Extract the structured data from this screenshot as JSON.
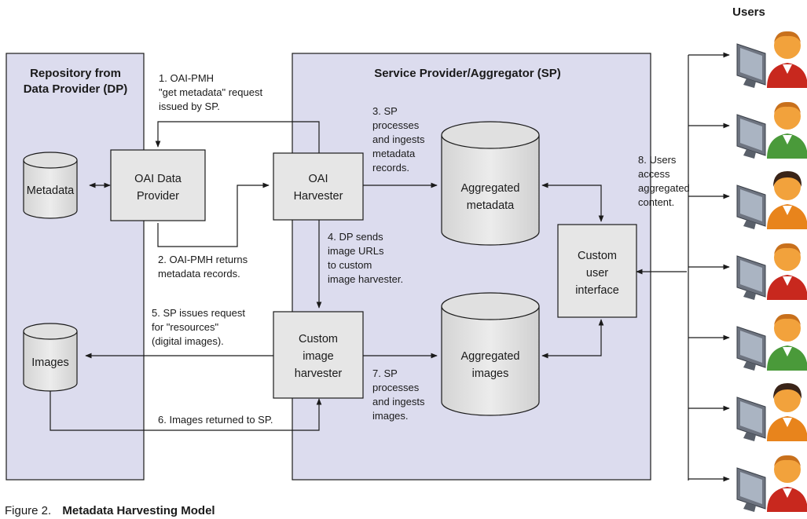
{
  "regions": {
    "dp_title": [
      "Repository from",
      "Data Provider (DP)"
    ],
    "sp_title": "Service Provider/Aggregator (SP)",
    "users_title": "Users"
  },
  "nodes": {
    "metadata": "Metadata",
    "oai_data_provider": [
      "OAI Data",
      "Provider"
    ],
    "oai_harvester": [
      "OAI",
      "Harvester"
    ],
    "aggregated_metadata": [
      "Aggregated",
      "metadata"
    ],
    "custom_user_interface": [
      "Custom",
      "user",
      "interface"
    ],
    "images": "Images",
    "custom_image_harvester": [
      "Custom",
      "image",
      "harvester"
    ],
    "aggregated_images": [
      "Aggregated",
      "images"
    ]
  },
  "steps": {
    "step1": [
      "1. OAI-PMH",
      "\"get metadata\" request",
      "issued by SP."
    ],
    "step2": [
      "2. OAI-PMH returns",
      "metadata records."
    ],
    "step3": [
      "3. SP",
      "processes",
      "and ingests",
      "metadata",
      "records."
    ],
    "step4": [
      "4. DP sends",
      "image URLs",
      "to custom",
      "image harvester."
    ],
    "step5": [
      "5. SP issues request",
      "for \"resources\"",
      "(digital images)."
    ],
    "step6": "6. Images returned to SP.",
    "step7": [
      "7. SP",
      "processes",
      "and ingests",
      "images."
    ],
    "step8": [
      "8. Users",
      "access",
      "aggregated",
      "content."
    ]
  },
  "caption": {
    "prefix": "Figure 2.",
    "title": "Metadata Harvesting Model"
  },
  "users": {
    "count": 7,
    "icon": "user-at-computer-icon",
    "variants": [
      "red-shirt",
      "green-shirt",
      "orange-shirt",
      "red-shirt",
      "green-shirt",
      "orange-shirt",
      "red-shirt"
    ]
  },
  "colors": {
    "region_fill": "#dcdcee",
    "box_fill": "#e6e6e6",
    "line": "#1a1a1a",
    "skin": "#f2a23c",
    "hair_dark": "#3a2418",
    "shirt_red": "#c8281e",
    "shirt_green": "#4a9a3a",
    "shirt_orange": "#e8841c",
    "monitor": "#6e7480"
  }
}
